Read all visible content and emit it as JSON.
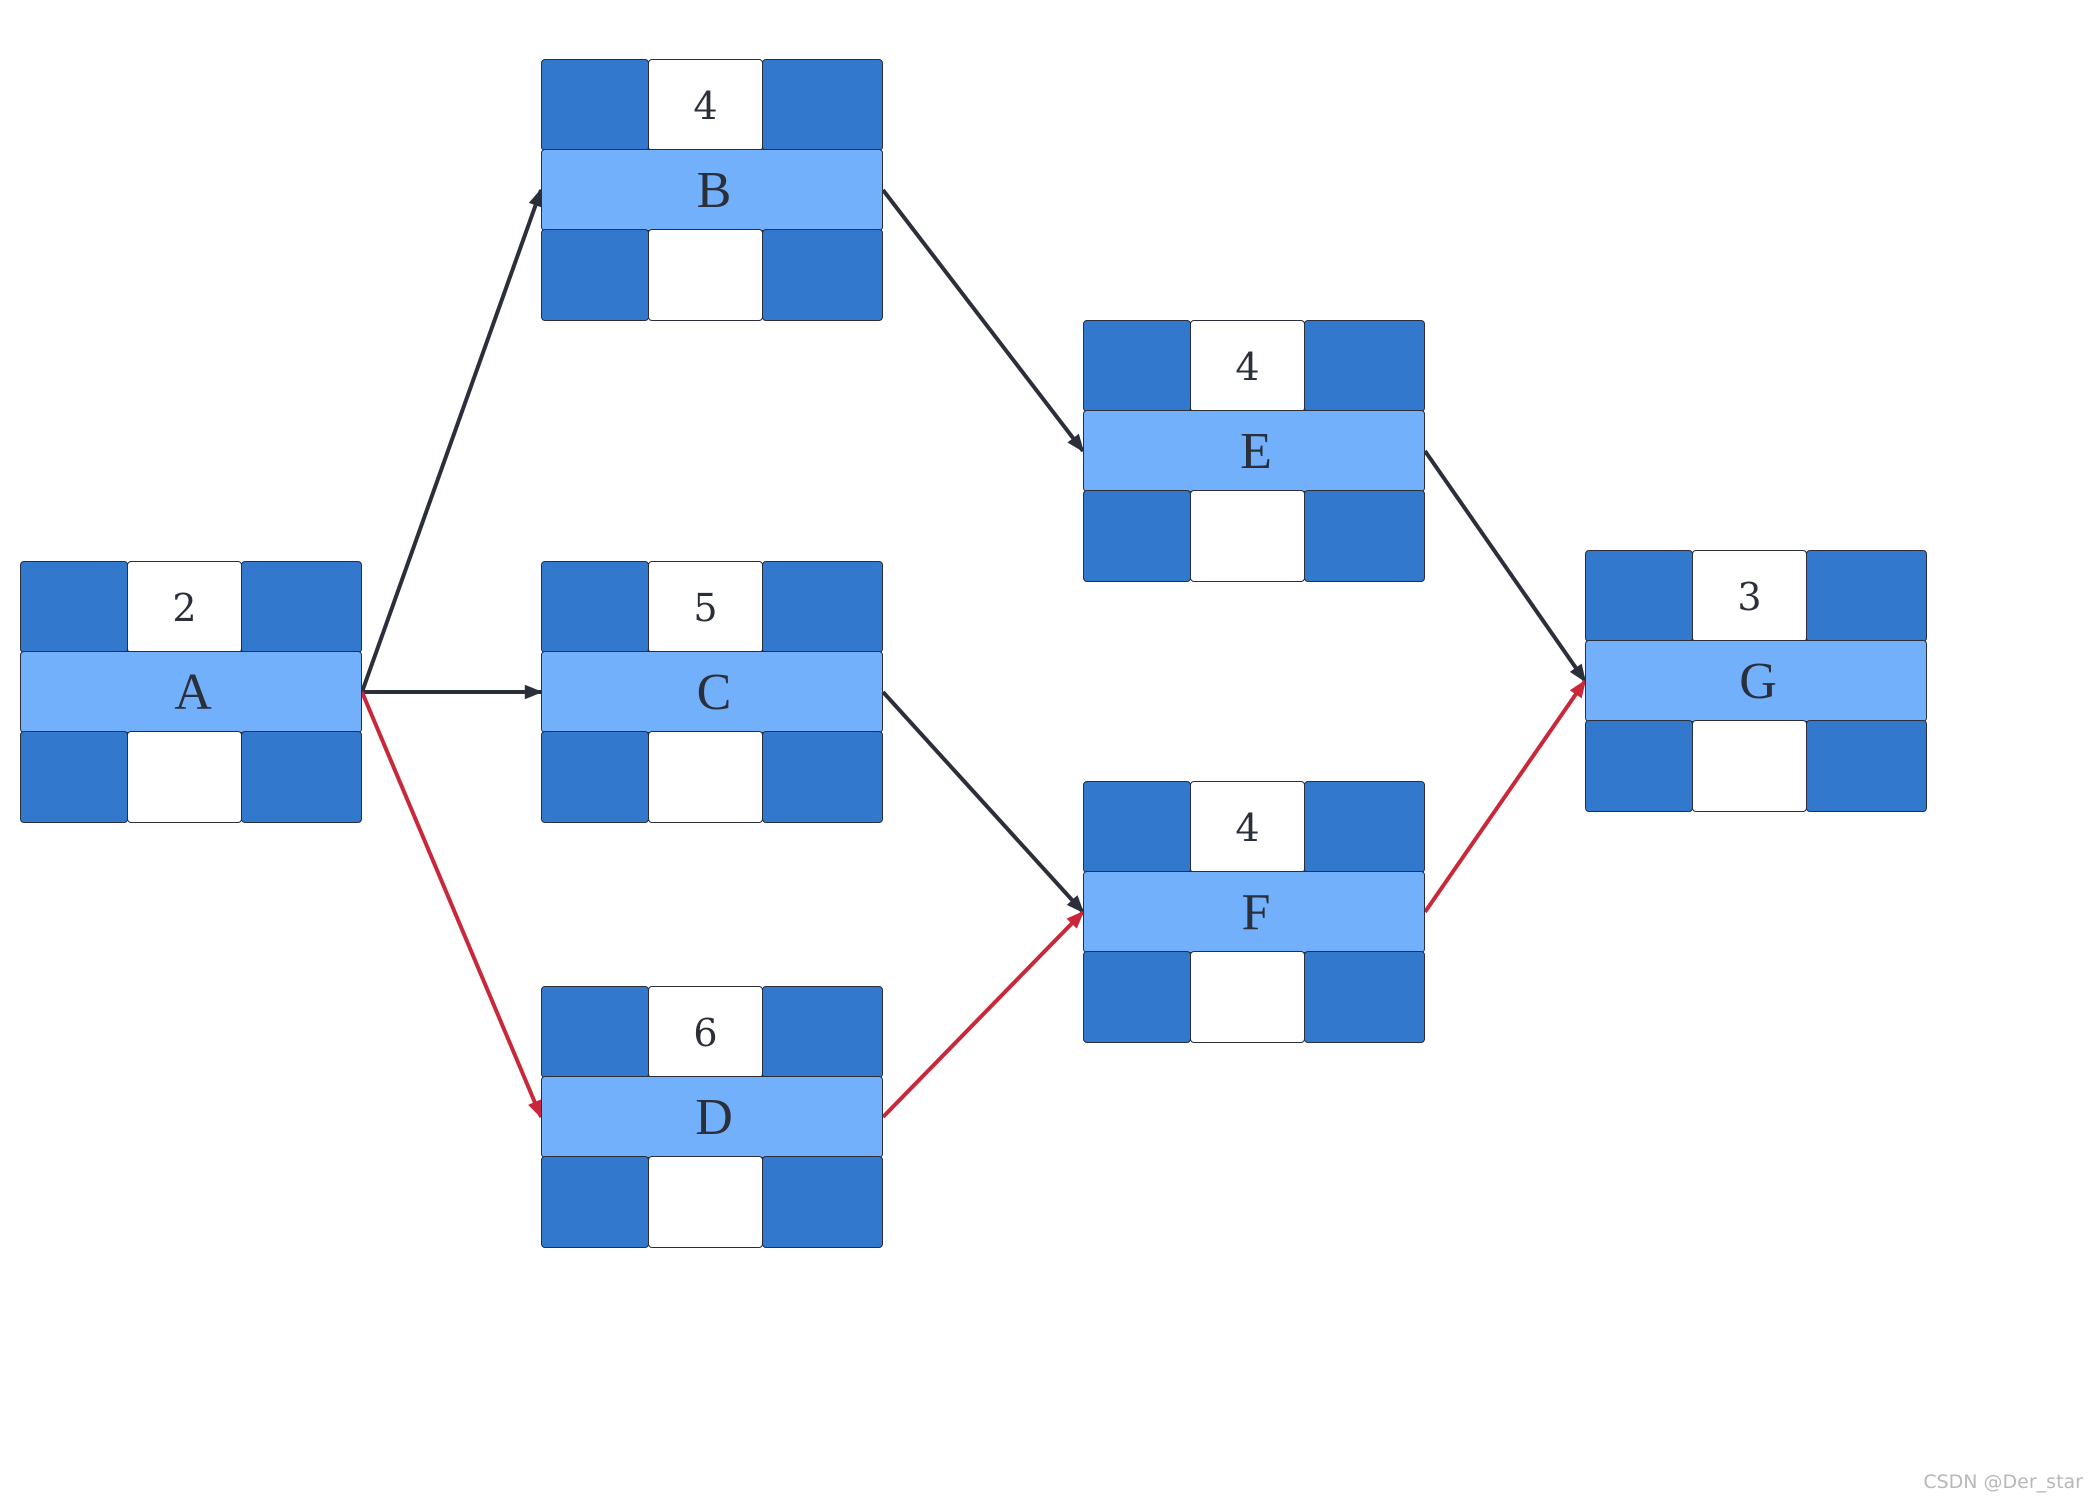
{
  "diagram": {
    "nodes": [
      {
        "id": "A",
        "label": "A",
        "duration": "2"
      },
      {
        "id": "B",
        "label": "B",
        "duration": "4"
      },
      {
        "id": "C",
        "label": "C",
        "duration": "5"
      },
      {
        "id": "D",
        "label": "D",
        "duration": "6"
      },
      {
        "id": "E",
        "label": "E",
        "duration": "4"
      },
      {
        "id": "F",
        "label": "F",
        "duration": "4"
      },
      {
        "id": "G",
        "label": "G",
        "duration": "3"
      }
    ],
    "edges": [
      {
        "from": "A",
        "to": "B",
        "critical": false
      },
      {
        "from": "A",
        "to": "C",
        "critical": false
      },
      {
        "from": "A",
        "to": "D",
        "critical": true
      },
      {
        "from": "B",
        "to": "E",
        "critical": false
      },
      {
        "from": "C",
        "to": "F",
        "critical": false
      },
      {
        "from": "D",
        "to": "F",
        "critical": true
      },
      {
        "from": "E",
        "to": "G",
        "critical": false
      },
      {
        "from": "F",
        "to": "G",
        "critical": true
      }
    ]
  },
  "colors": {
    "cell_dark": "#3278cc",
    "cell_light": "#73b0fc",
    "cell_white": "#ffffff",
    "edge_normal": "#2a2f3a",
    "edge_critical": "#c8283a"
  },
  "watermark": "CSDN @Der_star"
}
